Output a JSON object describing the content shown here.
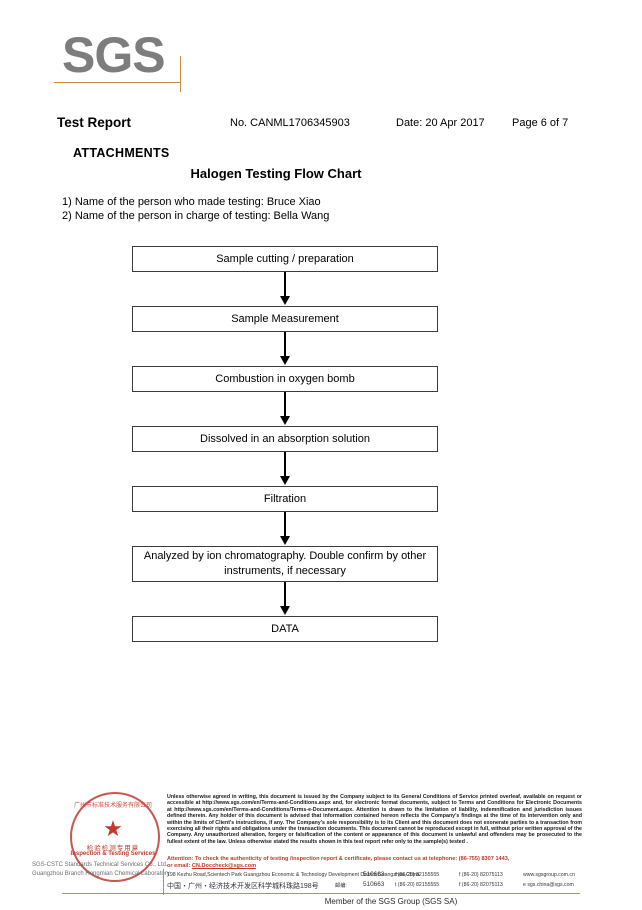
{
  "logo": {
    "text": "SGS",
    "accent_color": "#d08a3e",
    "logo_color": "#7d7d7d"
  },
  "header": {
    "title": "Test Report",
    "report_no": "No. CANML1706345903",
    "date": "Date: 20 Apr 2017",
    "page": "Page 6 of 7",
    "section": "ATTACHMENTS"
  },
  "chart": {
    "title": "Halogen Testing Flow Chart",
    "notes": [
      "1) Name of the person who made testing: Bruce Xiao",
      "2) Name of the person in charge of testing: Bella Wang"
    ],
    "steps": [
      "Sample cutting / preparation",
      "Sample Measurement",
      "Combustion in oxygen bomb",
      "Dissolved in an absorption solution",
      "Filtration",
      "Analyzed by ion chromatography. Double confirm by other instruments, if necessary",
      "DATA"
    ]
  },
  "footer": {
    "seal": {
      "arc_top": "广州市标准技术服务有限公司",
      "star": "★",
      "cn_text": "检验检测专用章",
      "en_text": "Inspection & Testing Services",
      "color": "#c0392b"
    },
    "company_line1": "SGS-CSTC Standards Technical Services Co., Ltd.",
    "company_line2": "Guangzhou Branch Hongmian Chemical Laboratory",
    "legal": "Unless otherwise agreed in writing, this document is issued by the Company subject to its General Conditions of Service printed overleaf, available on request or accessible at http://www.sgs.com/en/Terms-and-Conditions.aspx and, for electronic format documents, subject to Terms and Conditions for Electronic Documents at http://www.sgs.com/en/Terms-and-Conditions/Terms-e-Document.aspx. Attention is drawn to the limitation of liability, indemnification and jurisdiction issues defined therein. Any holder of this document is advised that information contained hereon reflects the Company's findings at the time of its intervention only and within the limits of Client's instructions, if any. The Company's sole responsibility is to its Client and this document does not exonerate parties to a transaction from exercising all their rights and obligations under the transaction documents. This document cannot be reproduced except in full, without prior written approval of the Company. Any unauthorized alteration, forgery or falsification of the content or appearance of this document is unlawful and offenders may be prosecuted to the fullest extent of the law. Unless otherwise stated the results shown in this test report refer only to the sample(s) tested .",
    "attention_line1": "Attention: To check the authenticity of testing /inspection report & certificate, please contact us at telephone: (86-755) 8307 1443,",
    "attention_prefix2": "or email: ",
    "attention_email": "CN.Doccheck@sgs.com",
    "address_en": {
      "street": "198 Kezhu Road,Scientech Park Guangzhou Economic & Technology Development District,Guangzhou,China",
      "zip": "510663",
      "tel": "t (86-20) 82155555",
      "fax": "f (86-20) 82075113",
      "web": "www.sgsgroup.com.cn"
    },
    "address_cn": {
      "street": "中国・广州・经济技术开发区科学城科珠路198号",
      "zip_label": "邮编:",
      "zip": "510663",
      "tel": "t (86-20) 82155555",
      "fax": "f (86-20) 82075113",
      "web": "e sgs.china@sgs.com"
    },
    "member": "Member of the SGS Group (SGS SA)"
  }
}
